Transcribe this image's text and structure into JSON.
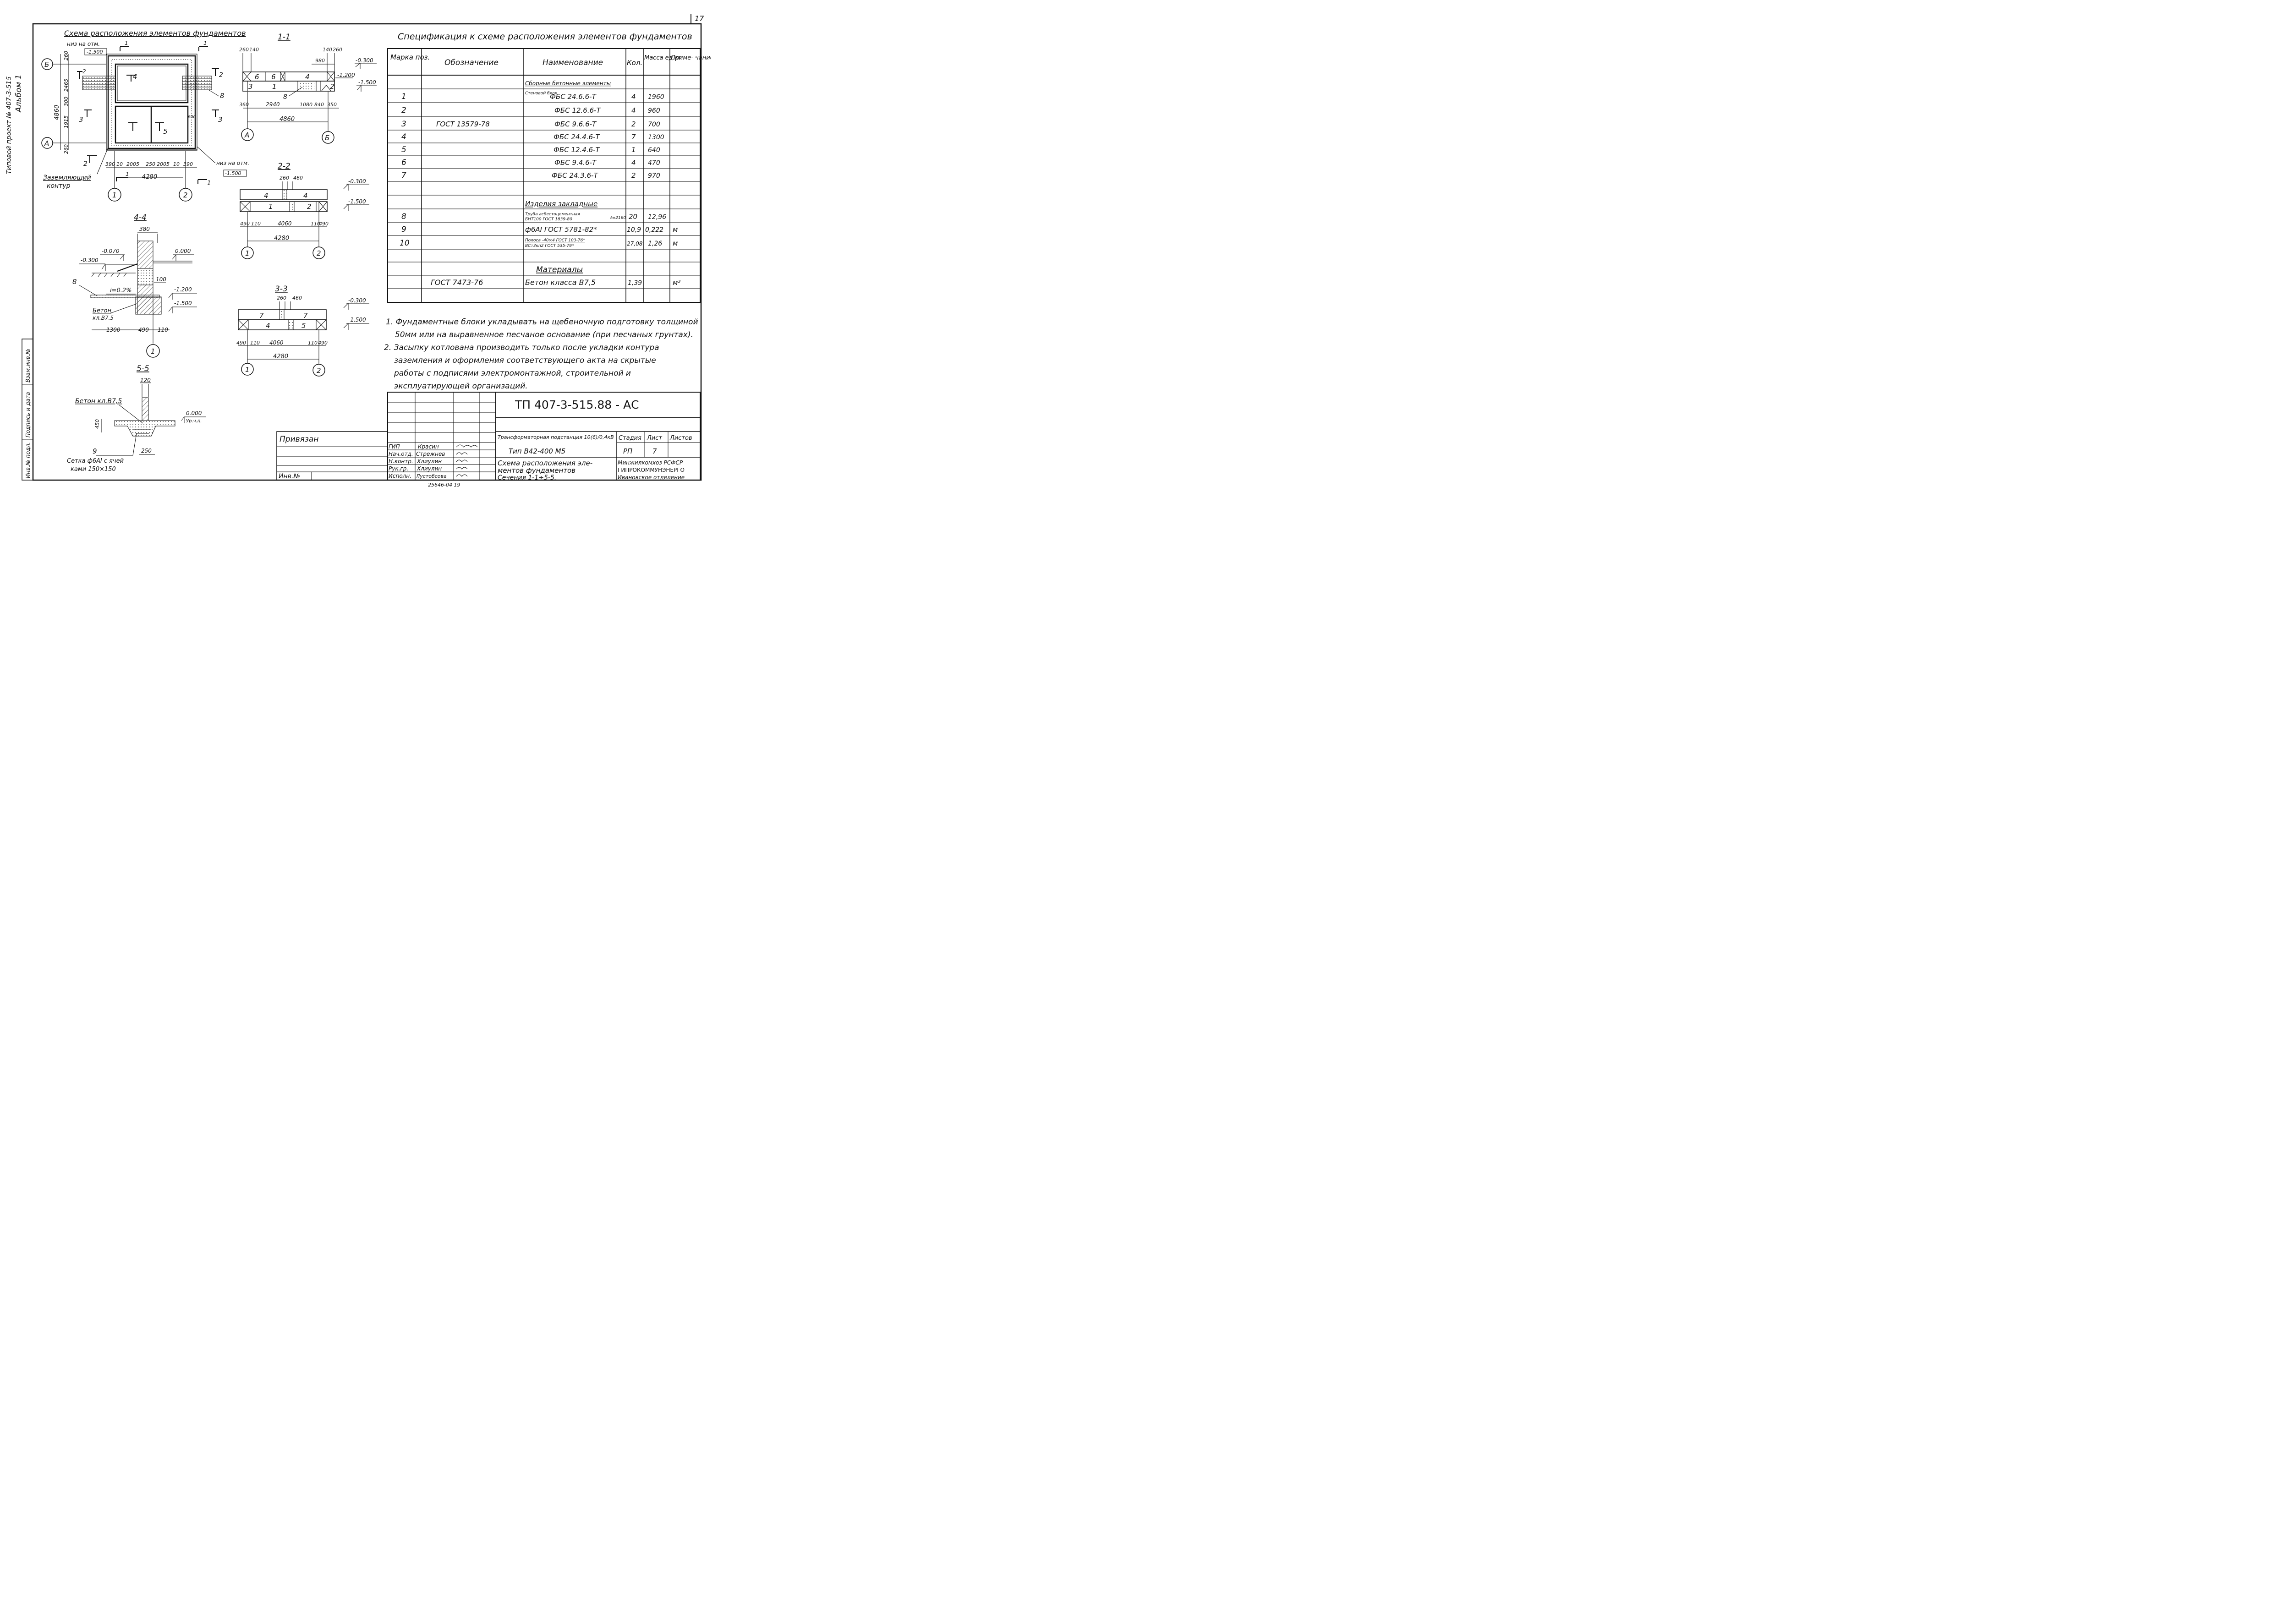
{
  "page_number": "17",
  "margin": {
    "line1": "Типовой проект № 407-3-515",
    "line2": "Альбом 1"
  },
  "plan": {
    "title": "Схема расположения элементов фундаментов",
    "niz_label": "низ на отм.",
    "niz_value": "-1.500",
    "niz_label2": "низ на отм.",
    "niz_value2": "-1.500",
    "axis_A": "А",
    "axis_B": "Б",
    "axis_1": "1",
    "axis_2": "2",
    "dim_total_vert": "4860",
    "dim_left": [
      "260",
      "140",
      "2465",
      "300",
      "1915",
      "140",
      "260"
    ],
    "dim_bottom": [
      "390",
      "10",
      "2005",
      "250",
      "2005",
      "10",
      "390"
    ],
    "dim_total_horz": "4280",
    "dim_600": "600",
    "sec_markers": [
      "1",
      "1",
      "1",
      "1",
      "2",
      "2",
      "2",
      "3",
      "3",
      "4",
      "5"
    ],
    "label_8": "8",
    "ground_label1": "Заземляющий",
    "ground_label2": "контур"
  },
  "s11": {
    "title": "1-1",
    "dims_top": [
      "260",
      "140",
      "140",
      "260",
      "980"
    ],
    "elev1": "-0.300",
    "elev2": "-1.200",
    "elev3": "-1.500",
    "blocks": [
      "6",
      "6",
      "4",
      "3",
      "1",
      "2"
    ],
    "label_8": "8",
    "dims_bottom": [
      "360",
      "2940",
      "1080",
      "840",
      "350"
    ],
    "dim_total": "4860",
    "axis_left": "А",
    "axis_right": "Б"
  },
  "s22": {
    "title": "2-2",
    "dims_top": [
      "260",
      "460"
    ],
    "elev1": "-0.300",
    "elev2": "-1.500",
    "blocks": [
      "4",
      "4",
      "1",
      "2"
    ],
    "dims_bottom": [
      "490",
      "110",
      "4060",
      "110",
      "490"
    ],
    "dim_total": "4280",
    "axis_left": "1",
    "axis_right": "2"
  },
  "s33": {
    "title": "3-3",
    "dims_top": [
      "260",
      "460"
    ],
    "elev1": "-0.300",
    "elev2": "-1.500",
    "blocks": [
      "7",
      "7",
      "4",
      "5"
    ],
    "dims_bottom": [
      "490",
      "110",
      "4060",
      "110",
      "490"
    ],
    "dim_total": "4280",
    "axis_left": "1",
    "axis_right": "2"
  },
  "s44": {
    "title": "4-4",
    "dim_top": "380",
    "elev_a": "-0.070",
    "elev_b": "0.000",
    "elev_c": "-0.300",
    "elev_d": "-1.200",
    "elev_e": "-1.500",
    "slope": "i=0.2%",
    "dim_100": "100",
    "label_8": "8",
    "concrete1": "Бетон",
    "concrete2": "кл.В7.5",
    "dims_bottom": [
      "1300",
      "490",
      "110"
    ],
    "axis": "1"
  },
  "s55": {
    "title": "5-5",
    "dim_top": "120",
    "concrete": "Бетон кл.В7,5",
    "elev": "0.000",
    "elev_sub": "Ур.ч.п.",
    "dim_side": "450",
    "dim_bottom": "250",
    "label_9": "9",
    "mesh1": "Сетка ф6АI с ячей",
    "mesh2": "ками 150×150"
  },
  "spec": {
    "title": "Спецификация к схеме расположения элементов фундаментов",
    "headers": [
      "Марка поз.",
      "Обозначение",
      "Наименование",
      "Кол.",
      "Масса ед.кг",
      "Приме- чание"
    ],
    "section1": "Сборные бетонные элементы",
    "gost1": "ГОСТ 13579-78",
    "rows": [
      {
        "pos": "1",
        "pre": "Стеновой блок",
        "name": "ФБС 24.6.6-Т",
        "qty": "4",
        "mass": "1960",
        "note": ""
      },
      {
        "pos": "2",
        "pre": "",
        "name": "ФБС 12.6.6-Т",
        "qty": "4",
        "mass": "960",
        "note": ""
      },
      {
        "pos": "3",
        "pre": "",
        "name": "ФБС 9.6.6-Т",
        "qty": "2",
        "mass": "700",
        "note": ""
      },
      {
        "pos": "4",
        "pre": "",
        "name": "ФБС 24.4.6-Т",
        "qty": "7",
        "mass": "1300",
        "note": ""
      },
      {
        "pos": "5",
        "pre": "",
        "name": "ФБС 12.4.6-Т",
        "qty": "1",
        "mass": "640",
        "note": ""
      },
      {
        "pos": "6",
        "pre": "",
        "name": "ФБС 9.4.6-Т",
        "qty": "4",
        "mass": "470",
        "note": ""
      },
      {
        "pos": "7",
        "pre": "",
        "name": "ФБС 24.3.6-Т",
        "qty": "2",
        "mass": "970",
        "note": ""
      }
    ],
    "section2": "Изделия закладные",
    "rows2": [
      {
        "pos": "8",
        "name1": "Труба асбестоцементная",
        "name2": "БНТ100 ГОСТ 1839-80",
        "tail": "ℓ=2160",
        "qty": "20",
        "mass": "12,96",
        "note": ""
      },
      {
        "pos": "9",
        "name1": "ф6АI ГОСТ 5781-82*",
        "name2": "",
        "tail": "",
        "qty": "10,9",
        "mass": "0,222",
        "note": "м"
      },
      {
        "pos": "10",
        "name1": "Полоса -40×4 ГОСТ 103-76*",
        "name2": "ВСт3кп2 ГОСТ 535-79*",
        "tail": "",
        "qty": "27,08",
        "mass": "1,26",
        "note": "м"
      }
    ],
    "section3": "Материалы",
    "mat_gost": "ГОСТ 7473-76",
    "mat_name": "Бетон класса В7,5",
    "mat_qty": "1,39",
    "mat_mass": "",
    "mat_note": "м³"
  },
  "notes": [
    "1. Фундаментные блоки укладывать на щебеночную подготовку толщиной",
    "50мм или на выравненное песчаное основание (при песчаных грунтах).",
    "2. Засыпку котлована производить только после укладки контура",
    "заземления и оформления соответствующего акта на скрытые",
    "работы с подписями электромонтажной, строительной и",
    "эксплуатирующей организаций."
  ],
  "stamp": {
    "code": "ТП 407-3-515.88 - АС",
    "privyazan": "Привязан",
    "inv": "Инв.№",
    "roles": [
      "ГИП",
      "Нач.отд.",
      "Н.контр.",
      "Рук.гр.",
      "Исполн."
    ],
    "names": [
      "Красин",
      "Стрежнев",
      "Хлиулин",
      "Хлиулин",
      "Лустобсова"
    ],
    "object1": "Трансформаторная подстанция 10(6)/0,4кВ",
    "object2": "Тип В42-400 М5",
    "sheet1": "Схема расположения эле-",
    "sheet2": "ментов фундаментов",
    "sheet3": "Сечения 1-1÷5-5.",
    "stage_label": "Стадия",
    "list_label": "Лист",
    "lists_label": "Листов",
    "stage": "РП",
    "list": "7",
    "lists": "",
    "org1": "Минжилкомхоз РСФСР",
    "org2": "ГИПРОКОММУНЭНЕРГО",
    "org3": "Ивановское отделение",
    "bottom_text": "25646-04 19"
  },
  "side_stamp": {
    "c1": "Инв.№ подл.",
    "c2": "Подпись и дата",
    "c3": "Взам.инв.№"
  }
}
